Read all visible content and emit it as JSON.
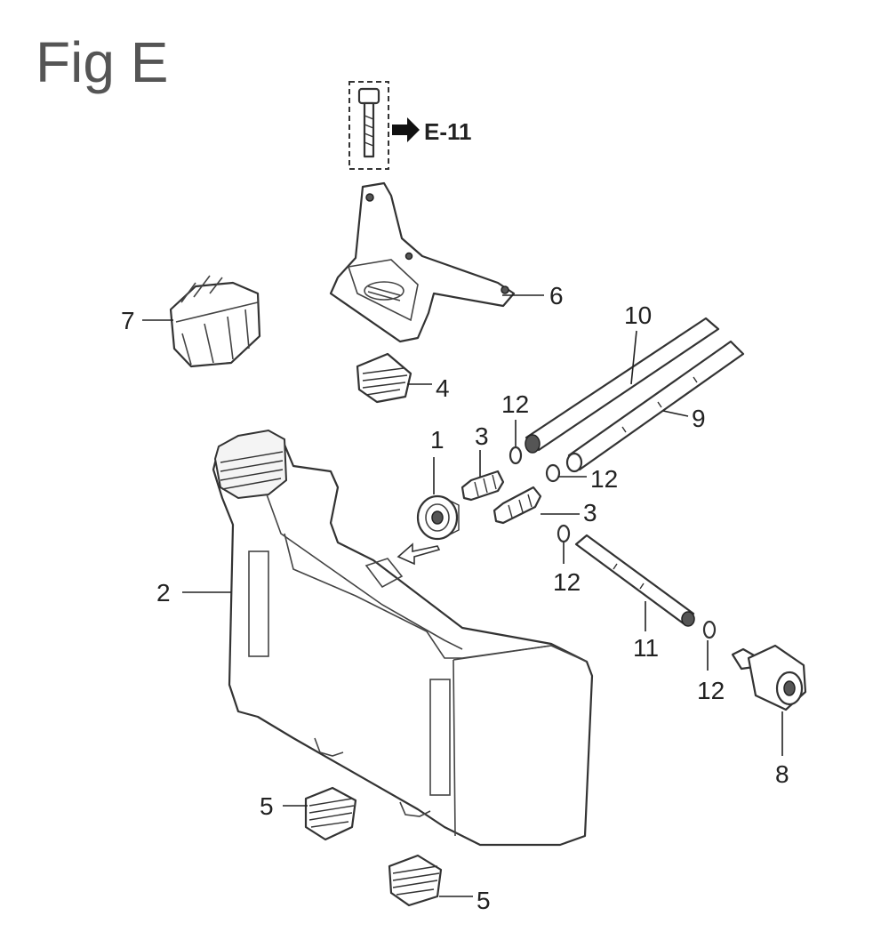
{
  "figure": {
    "title": "Fig E",
    "reference": "E-11",
    "callouts": [
      {
        "id": "c1",
        "text": "1"
      },
      {
        "id": "c2",
        "text": "2"
      },
      {
        "id": "c3a",
        "text": "3"
      },
      {
        "id": "c3b",
        "text": "3"
      },
      {
        "id": "c4",
        "text": "4"
      },
      {
        "id": "c5a",
        "text": "5"
      },
      {
        "id": "c5b",
        "text": "5"
      },
      {
        "id": "c6",
        "text": "6"
      },
      {
        "id": "c7",
        "text": "7"
      },
      {
        "id": "c8",
        "text": "8"
      },
      {
        "id": "c9",
        "text": "9"
      },
      {
        "id": "c10",
        "text": "10"
      },
      {
        "id": "c11",
        "text": "11"
      },
      {
        "id": "c12a",
        "text": "12"
      },
      {
        "id": "c12b",
        "text": "12"
      },
      {
        "id": "c12c",
        "text": "12"
      },
      {
        "id": "c12d",
        "text": "12"
      }
    ]
  }
}
